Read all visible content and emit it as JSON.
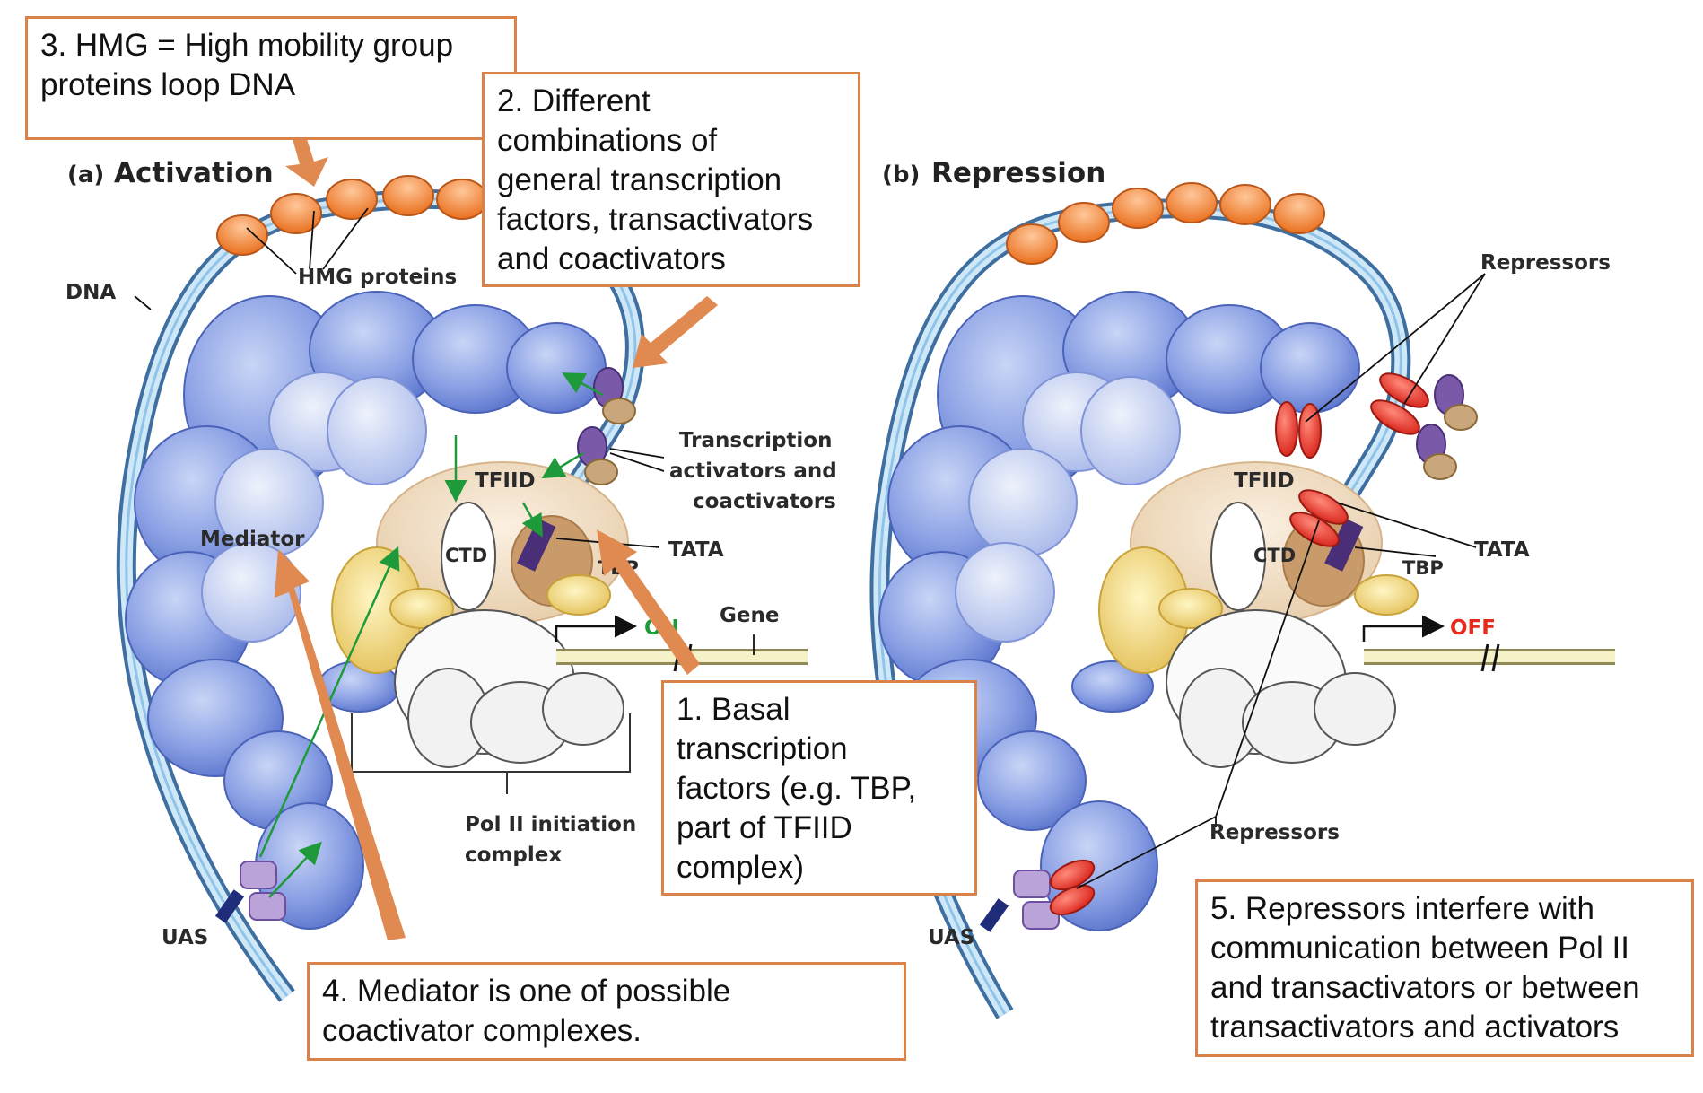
{
  "panels": {
    "a_letter": "(a)",
    "a_title": "Activation",
    "b_letter": "(b)",
    "b_title": "Repression"
  },
  "labels_a": {
    "dna": "DNA",
    "hmg": "HMG proteins",
    "activators": [
      "Transcription",
      "activators and",
      "coactivators"
    ],
    "tfiid": "TFIID",
    "mediator": "Mediator",
    "ctd": "CTD",
    "tbp": "TBP",
    "tata": "TATA",
    "on": "ON",
    "gene": "Gene",
    "pol2": [
      "Pol II initiation",
      "complex"
    ],
    "uas": "UAS"
  },
  "labels_b": {
    "repressors_top": "Repressors",
    "tfiid": "TFIID",
    "ctd": "CTD",
    "tbp": "TBP",
    "tata": "TATA",
    "off": "OFF",
    "repressors_bottom": "Repressors",
    "uas": "UAS"
  },
  "callouts": [
    {
      "id": "1",
      "lines": [
        "1. Basal",
        "transcription",
        "factors (e.g. TBP,",
        "part of TFIID",
        "complex)"
      ]
    },
    {
      "id": "2",
      "lines": [
        "2. Different",
        "combinations of",
        "general transcription",
        "factors, transactivators",
        "and coactivators"
      ]
    },
    {
      "id": "3",
      "lines": [
        "3. HMG = High mobility group",
        "proteins loop DNA"
      ]
    },
    {
      "id": "4",
      "lines": [
        "4. Mediator is one of possible",
        "coactivator complexes."
      ]
    },
    {
      "id": "5",
      "lines": [
        "5. Repressors interfere with",
        "communication between Pol II",
        "and transactivators or between",
        "transactivators and activators"
      ]
    }
  ],
  "colors": {
    "callout_border": "#d9824a",
    "arrow": "#e08a52",
    "protein_blue": "#6f8ad8",
    "dna_blue": "#8fc4e8",
    "hmg_orange": "#f08a3c",
    "activator_purple": "#7a5aa8",
    "repressor_red": "#e83a2e",
    "on_green": "#1f9a3a",
    "off_red": "#e62a1e"
  }
}
